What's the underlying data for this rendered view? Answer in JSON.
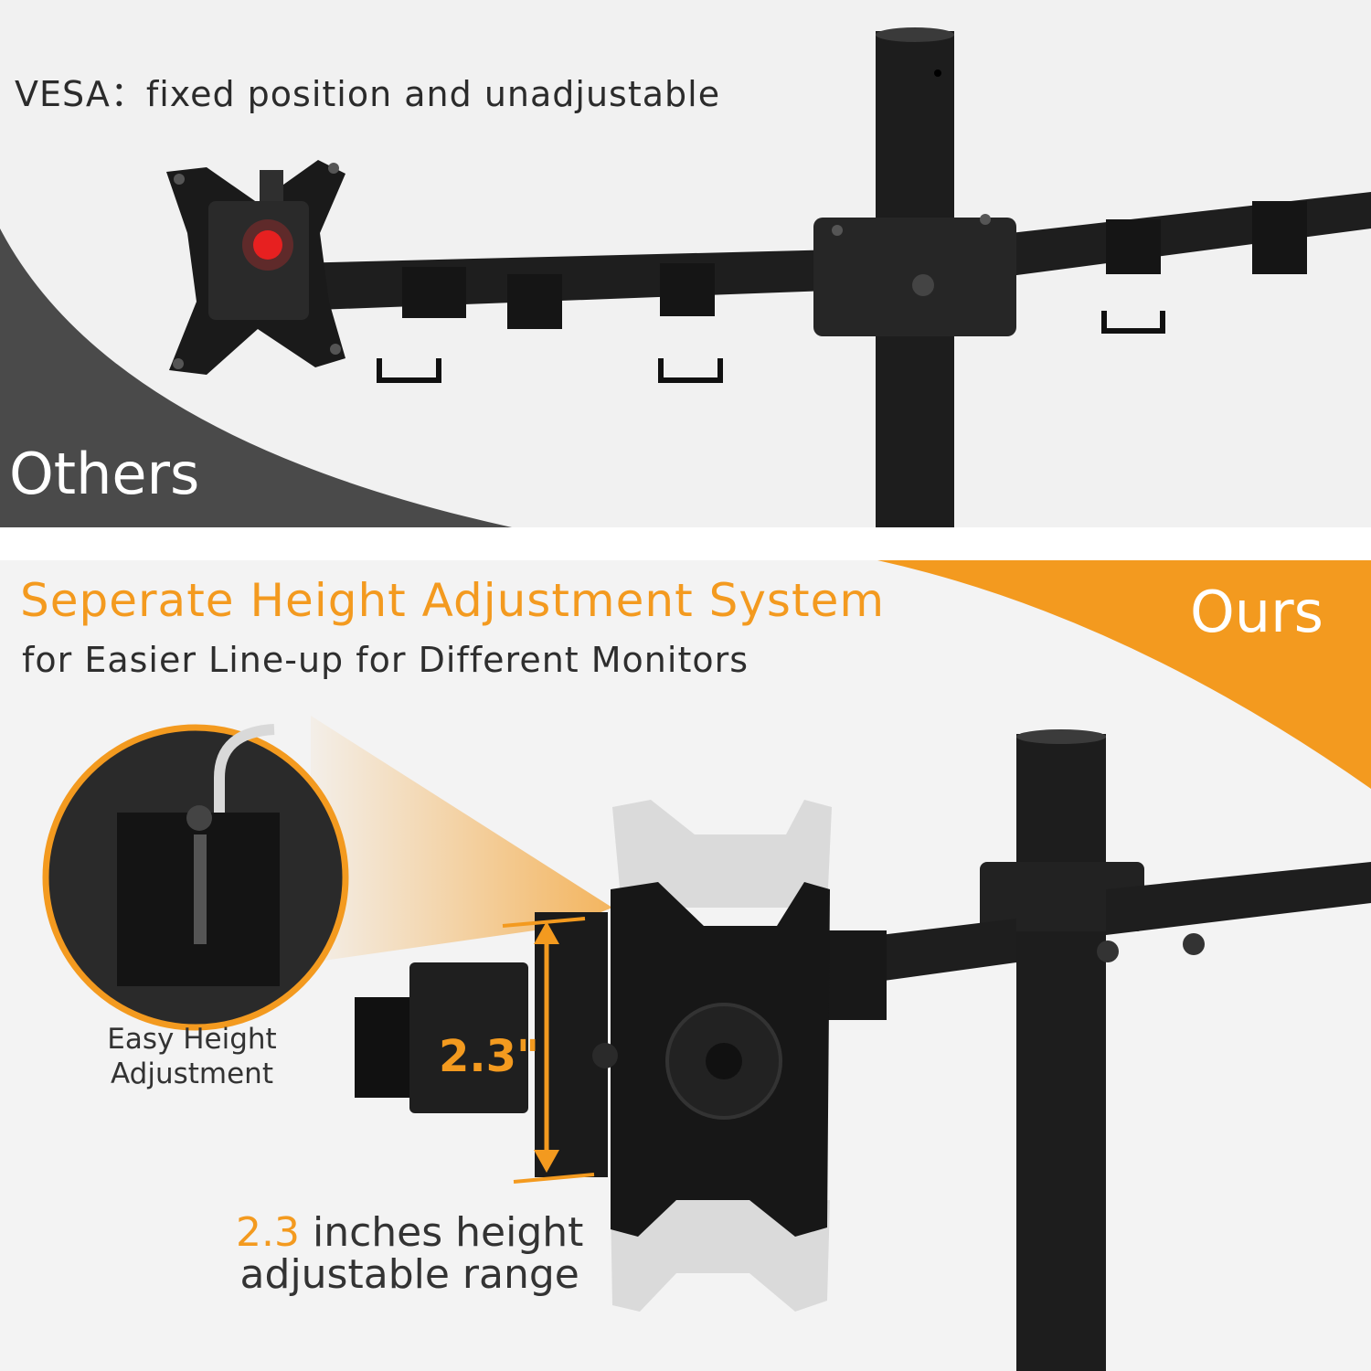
{
  "top_panel": {
    "vesa_note": "VESA：fixed position and unadjustable",
    "label": "Others"
  },
  "bottom_panel": {
    "label": "Ours",
    "headline": "Seperate Height Adjustment System",
    "subheadline": "for Easier Line-up for Different Monitors",
    "zoom_caption": "Easy Height Adjustment",
    "dimension_label": "2.3\"",
    "range_number": "2.3",
    "range_text_1": " inches height",
    "range_text_2": "adjustable range"
  },
  "colors": {
    "accent_orange": "#f39a1f",
    "dark_swoosh": "#4a4a4a",
    "metal_black": "#1c1c1c"
  }
}
